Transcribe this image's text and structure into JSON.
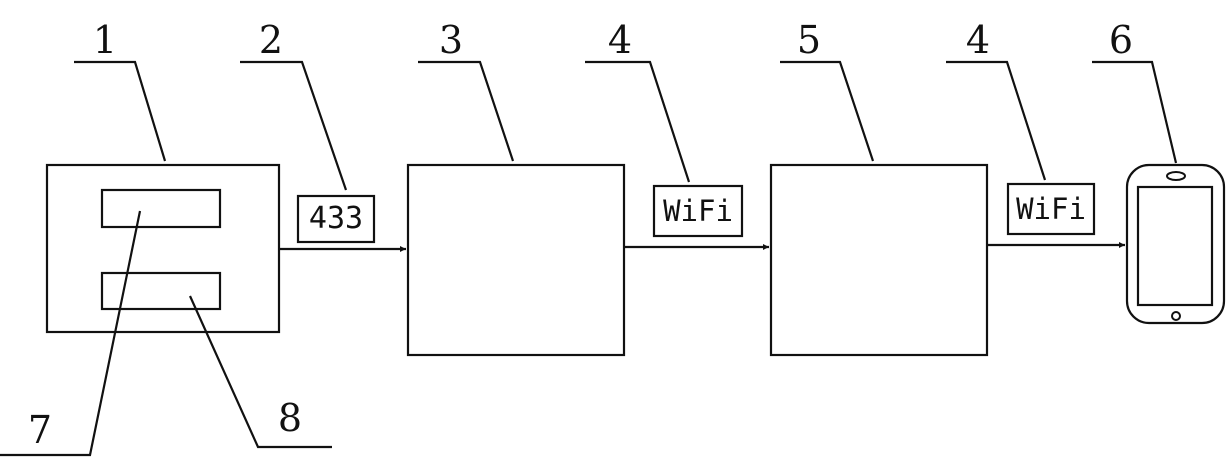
{
  "labels": {
    "n1": "1",
    "n2": "2",
    "n3": "3",
    "n4a": "4",
    "n5": "5",
    "n4b": "4",
    "n6": "6",
    "n7": "7",
    "n8": "8"
  },
  "links": {
    "rf": "433",
    "wifi_a": "WiFi",
    "wifi_b": "WiFi"
  },
  "colors": {
    "ink": "#111111",
    "background": "#ffffff"
  }
}
